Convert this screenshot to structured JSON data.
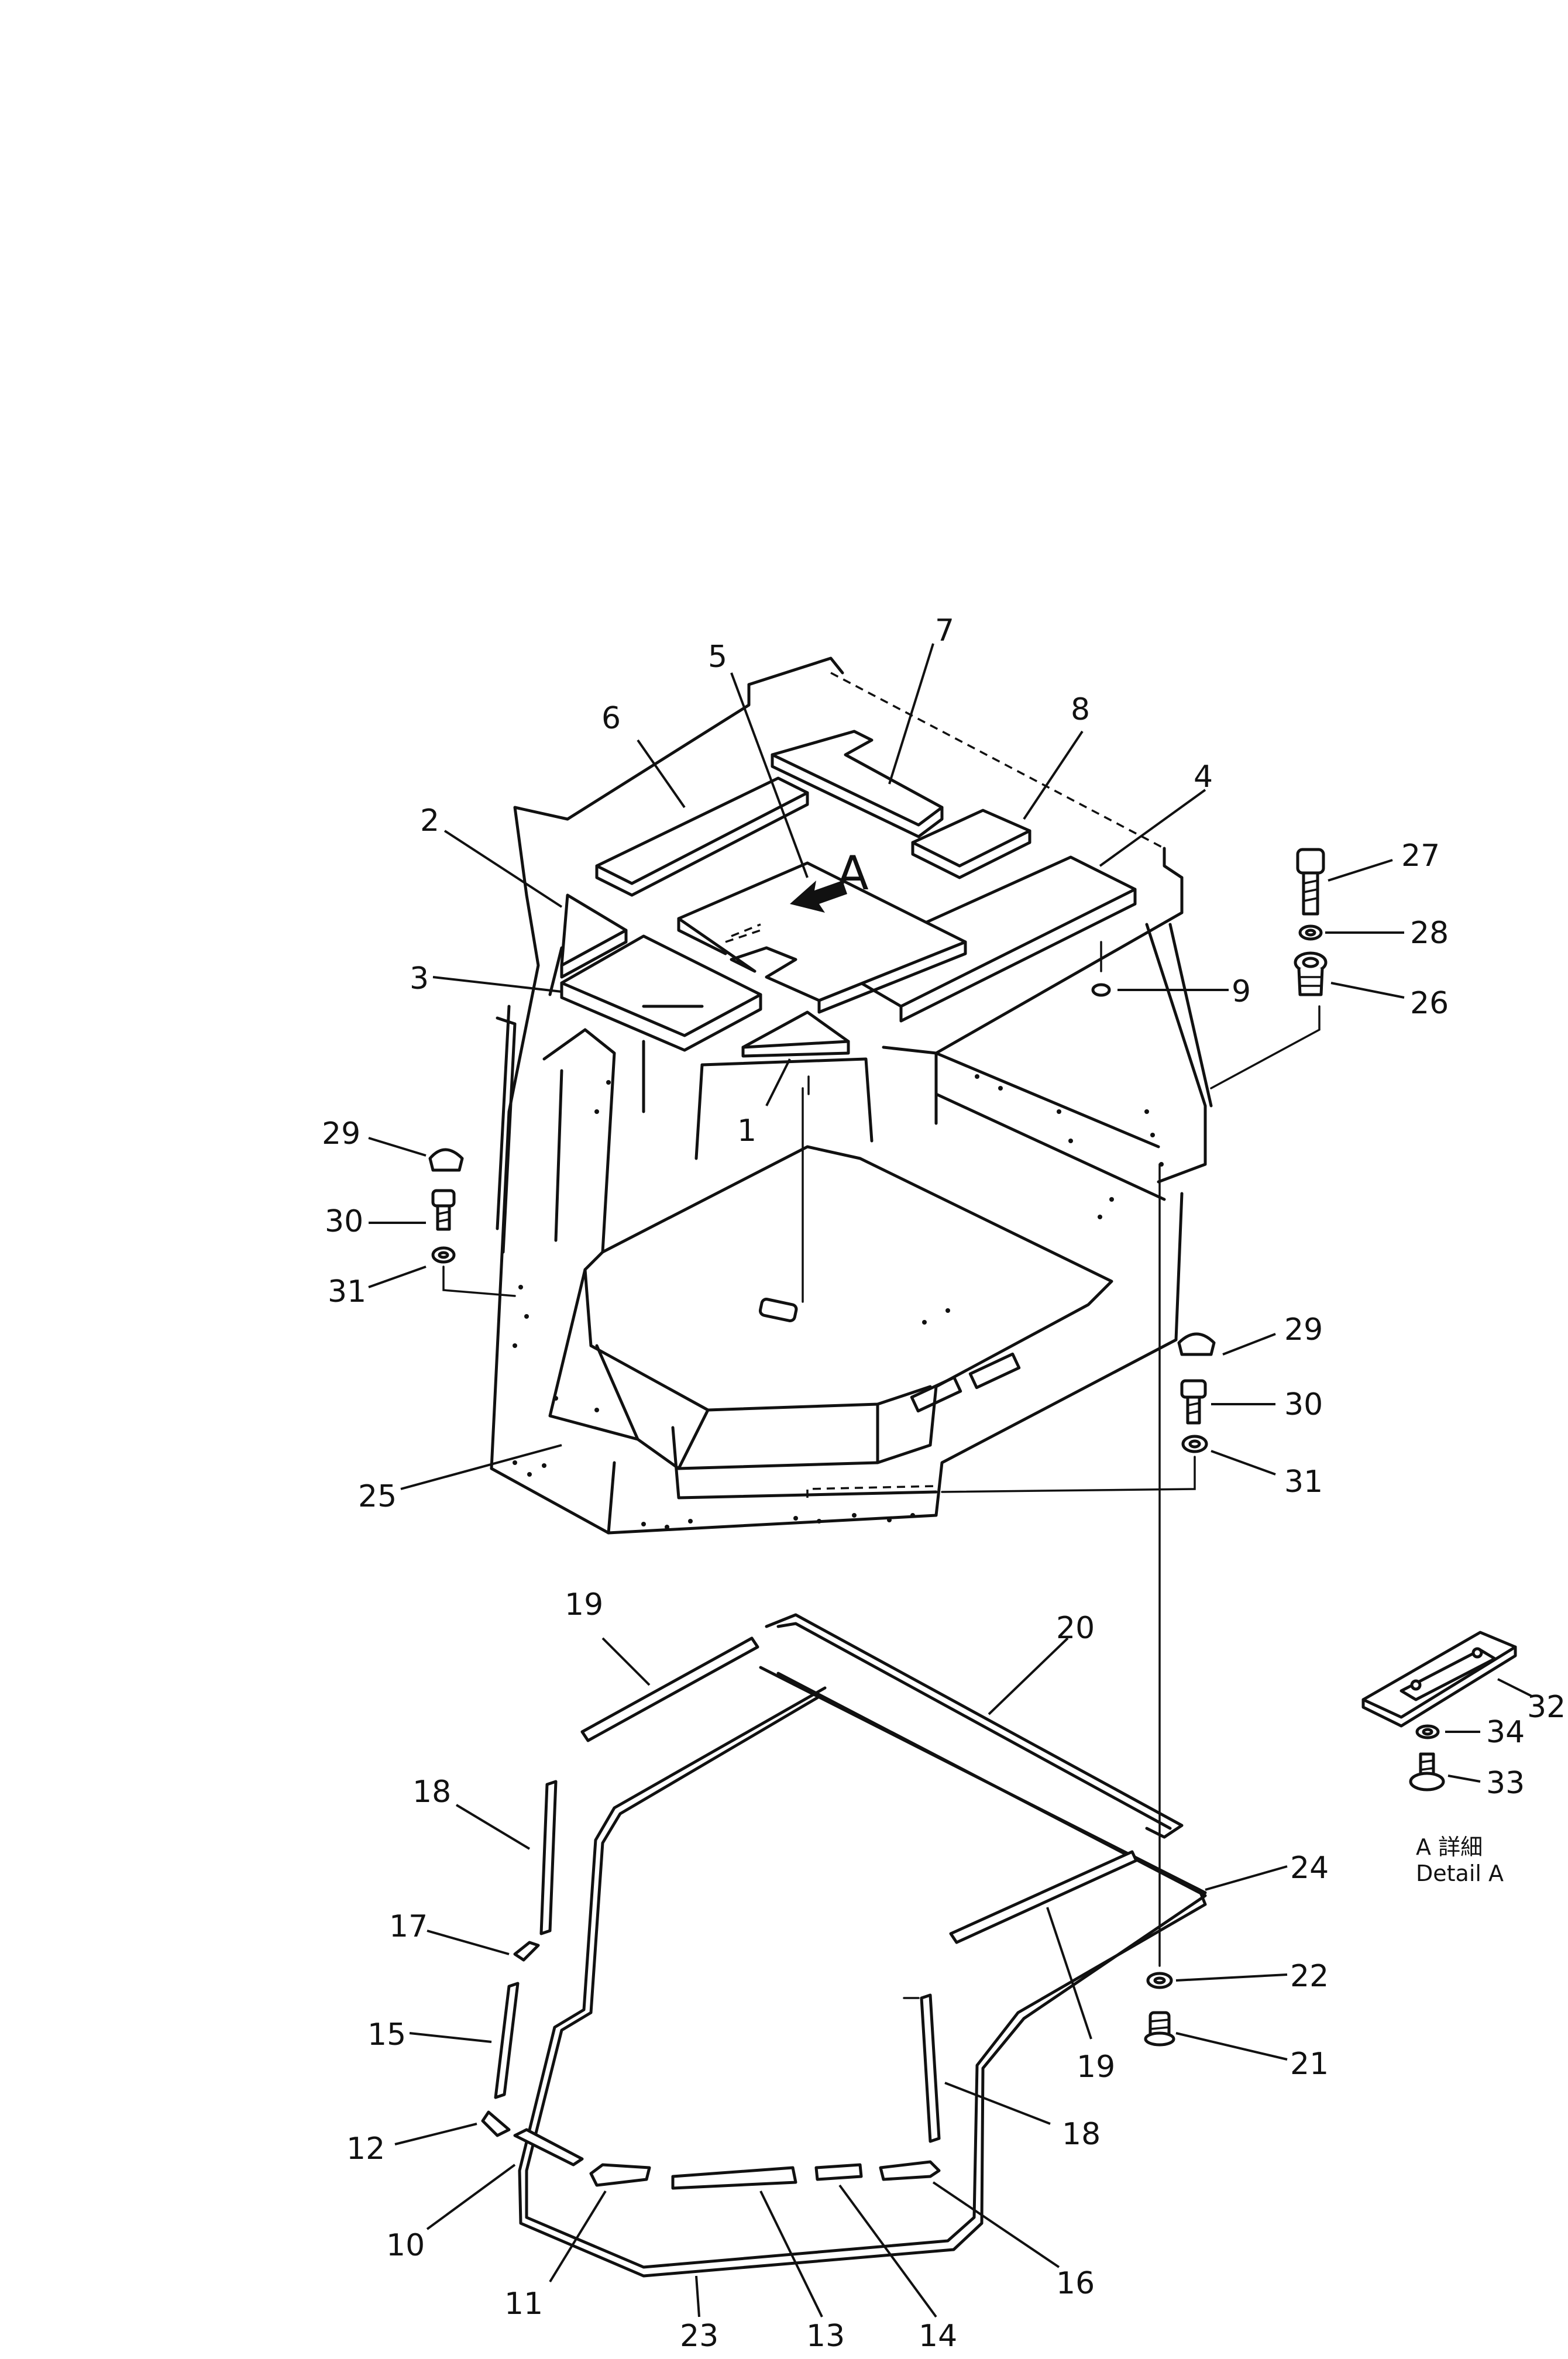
{
  "labels": [
    {
      "id": "1",
      "text": "1"
    },
    {
      "id": "2",
      "text": "2"
    },
    {
      "id": "3",
      "text": "3"
    },
    {
      "id": "4",
      "text": "4"
    },
    {
      "id": "5",
      "text": "5"
    },
    {
      "id": "6",
      "text": "6"
    },
    {
      "id": "7",
      "text": "7"
    },
    {
      "id": "8",
      "text": "8"
    },
    {
      "id": "9",
      "text": "9"
    },
    {
      "id": "10",
      "text": "10"
    },
    {
      "id": "11",
      "text": "11"
    },
    {
      "id": "12",
      "text": "12"
    },
    {
      "id": "13",
      "text": "13"
    },
    {
      "id": "14",
      "text": "14"
    },
    {
      "id": "15",
      "text": "15"
    },
    {
      "id": "16",
      "text": "16"
    },
    {
      "id": "17",
      "text": "17"
    },
    {
      "id": "18a",
      "text": "18"
    },
    {
      "id": "18b",
      "text": "18"
    },
    {
      "id": "19a",
      "text": "19"
    },
    {
      "id": "19b",
      "text": "19"
    },
    {
      "id": "20",
      "text": "20"
    },
    {
      "id": "21",
      "text": "21"
    },
    {
      "id": "22",
      "text": "22"
    },
    {
      "id": "23",
      "text": "23"
    },
    {
      "id": "24",
      "text": "24"
    },
    {
      "id": "25",
      "text": "25"
    },
    {
      "id": "26",
      "text": "26"
    },
    {
      "id": "27",
      "text": "27"
    },
    {
      "id": "28",
      "text": "28"
    },
    {
      "id": "29a",
      "text": "29"
    },
    {
      "id": "29b",
      "text": "29"
    },
    {
      "id": "30a",
      "text": "30"
    },
    {
      "id": "30b",
      "text": "30"
    },
    {
      "id": "31a",
      "text": "31"
    },
    {
      "id": "31b",
      "text": "31"
    },
    {
      "id": "32",
      "text": "32"
    },
    {
      "id": "33",
      "text": "33"
    },
    {
      "id": "34",
      "text": "34"
    }
  ],
  "view_marker": "A",
  "detail_caption_jp": "A 詳細",
  "detail_caption_en": "Detail A"
}
